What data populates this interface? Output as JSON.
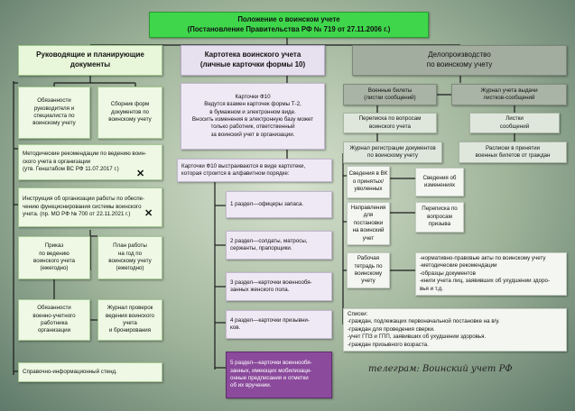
{
  "top": {
    "line1": "Положение о воинском учете",
    "line2": "(Постановление Правительства РФ № 719 от 27.11.2006 г.)"
  },
  "columns": {
    "left": {
      "line1": "Руководящие и планирующие",
      "line2": "документы"
    },
    "middle": {
      "line1": "Картотека воинского учета",
      "line2": "(личные карточки формы 10)"
    },
    "right": {
      "line1": "Делопроизводство",
      "line2": "по воинскому учету"
    }
  },
  "left": {
    "duties": [
      "Обязанности",
      "руководителя и",
      "специалиста по",
      "воинскому учету"
    ],
    "forms": [
      "Сборник форм",
      "документов по",
      "воинскому учету"
    ],
    "method": [
      "Методические рекомендации по ведению воин-",
      "ского учета в организации",
      "(утв. Генштабом ВС РФ 11.07.2017 г.)"
    ],
    "instr": [
      "Инструкция об организации работы по    обеспе-",
      "чению функционирования системы воинского",
      "учета. (пр. МО РФ № 700 от 22.11.2021 г.)"
    ],
    "order": [
      "Приказ",
      "по ведению",
      "воинского учета",
      "(ежегодно)"
    ],
    "plan": [
      "План работы",
      "на год по",
      "воинскому учету",
      "(ежегодно)"
    ],
    "resp": [
      "Обязанности",
      "военно-учетного",
      "работника",
      "организации"
    ],
    "journal": [
      "Журнал проверок",
      "ведения воинского",
      "учета",
      "и бронирования"
    ],
    "ref": "Справочно-информационный стенд."
  },
  "middle": {
    "card10": [
      "Карточки Ф10",
      "Ведутся взамен карточек  формы Т-2,",
      "в бумажном и электронном виде.",
      "Вносить изменения в электронную базу    может",
      "только работник, ответственный",
      "за воинский учет в организации."
    ],
    "sorted": [
      "Карточки Ф10 выстраиваются в виде картотеки,",
      "которая строится в алфавитном порядке:"
    ],
    "s1": [
      "1 раздел—офицеры запаса."
    ],
    "s2": [
      "2 раздел—солдаты, матросы,",
      "сержанты, прапорщики."
    ],
    "s3": [
      "3 раздел—карточки военнообя-",
      "занных женского пола."
    ],
    "s4": [
      "4 раздел—карточки призывни-",
      "ков."
    ],
    "s5": [
      "5 раздел—карточки военнообя-",
      "занных, имеющих мобилизаци-",
      "онные предписания и отметки",
      "об их вручении."
    ]
  },
  "right": {
    "tickets": [
      "Военные билеты",
      "(листки сообщений)"
    ],
    "journal_issue": [
      "Журнал учета выдачи",
      "листков-сообщений"
    ],
    "corr": [
      "Переписка по вопросам",
      "воинского учета"
    ],
    "sheets": [
      "Листки",
      "сообщений"
    ],
    "reg_journal": [
      "Журнал регистрации документов",
      "по воинскому учету"
    ],
    "receipts": [
      "Расписки в принятии",
      "военных билетов от граждан"
    ],
    "info_vk": [
      "Сведения в ВК",
      "о принятых/",
      "уволенных"
    ],
    "info_changes": [
      "Сведения об",
      "изменениях"
    ],
    "directions": [
      "Направления",
      "для",
      "постановки",
      "на воинский",
      "учет"
    ],
    "corr_call": [
      "Переписка по",
      "вопросам",
      "призыва"
    ],
    "workbook": [
      "Рабочая",
      "тетрадь по",
      "воинскому",
      "учету"
    ],
    "bullets": [
      "-нормативно-правовые акты по воинскому учету",
      "-методические рекомендации",
      "-образцы документов",
      "-книги учета лиц, заявивших об ухудшении здоро-",
      "вья и т.д."
    ],
    "lists": [
      "Списки:",
      "-граждан, подлежащих первоначальной постановке на в/у.",
      "-граждан для проведения сверки.",
      "-учет ГПЗ и ГПП, заявивших об ухудшении здоровья.",
      "-граждан призывного возраста."
    ]
  },
  "telegram": "телеграм: Воинский учет РФ"
}
